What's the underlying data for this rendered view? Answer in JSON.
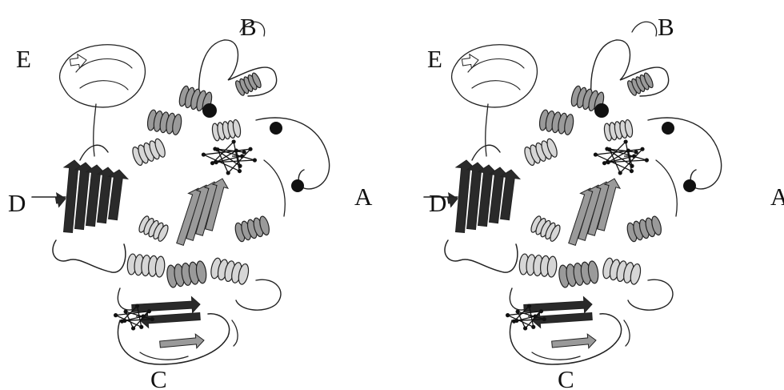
{
  "figure": {
    "panels": [
      {
        "id": "left",
        "labels": {
          "A": "A",
          "B": "B",
          "C": "C",
          "D": "D",
          "E": "E"
        }
      },
      {
        "id": "right",
        "labels": {
          "A": "A",
          "B": "B",
          "C": "C",
          "D": "D",
          "E": "E"
        }
      }
    ],
    "colors": {
      "domain_dark": "#2a2a2a",
      "domain_mid": "#9a9a9a",
      "domain_light": "#d6d6d6",
      "outline": "#222222",
      "background": "#ffffff"
    }
  }
}
